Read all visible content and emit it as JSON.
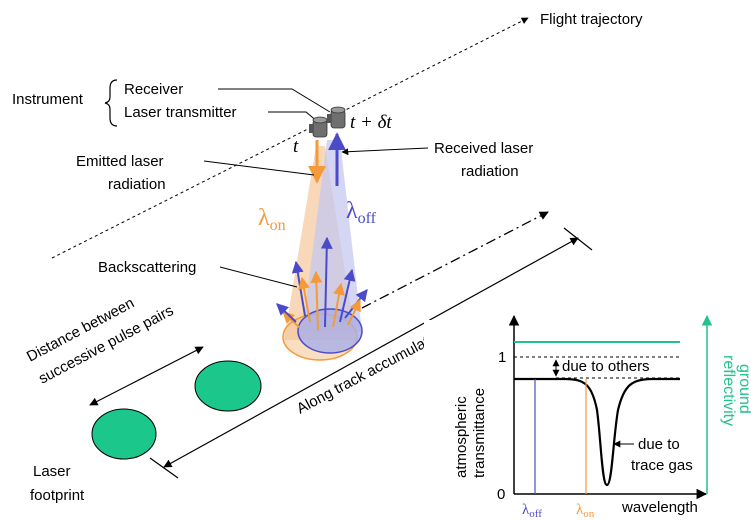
{
  "colors": {
    "on": "#F59A3A",
    "off": "#4B4BC8",
    "footprint": "#1CC78C",
    "reflectivity": "#23C28E",
    "beam_on": "#F5C89A",
    "beam_off": "#C6C8F0"
  },
  "labels": {
    "flight_trajectory": "Flight trajectory",
    "instrument": "Instrument",
    "receiver": "Receiver",
    "laser_transmitter": "Laser transmitter",
    "time_t": "t",
    "time_t_dt": "t + δt",
    "emitted_line1": "Emitted laser",
    "emitted_line2": "radiation",
    "received_line1": "Received laser",
    "received_line2": "radiation",
    "lambda_sym": "λ",
    "on_sub": "on",
    "off_sub": "off",
    "backscattering": "Backscattering",
    "distance_line1": "Distance between",
    "distance_line2": "successive pulse pairs",
    "along_track": "Along track accumulation",
    "footprint_line1": "Laser",
    "footprint_line2": "footprint"
  },
  "inset": {
    "ylabel_line1": "atmospheric",
    "ylabel_line2": "transmittance",
    "y2label_line1": "ground",
    "y2label_line2": "reflectivity",
    "xlabel": "wavelength",
    "tick_1": "1",
    "tick_0": "0",
    "due_to_others": "due to others",
    "due_to_line1": "due to",
    "due_to_line2": "trace gas"
  }
}
